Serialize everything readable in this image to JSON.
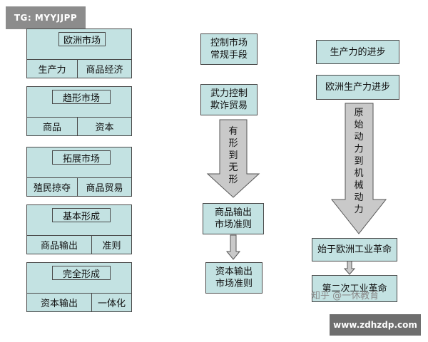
{
  "watermark_tag": "TG: MYYJJPP",
  "left_column": [
    {
      "title": "欧洲市场",
      "left": "生产力",
      "right": "商品经济"
    },
    {
      "title": "趋形市场",
      "left": "商品",
      "right": "资本"
    },
    {
      "title": "拓展市场",
      "left": "殖民掠夺",
      "right": "商品贸易"
    },
    {
      "title": "基本形成",
      "left": "商品输出",
      "right": "准则"
    },
    {
      "title": "完全形成",
      "left": "资本输出",
      "right": "一体化"
    }
  ],
  "middle_column": {
    "box1": "控制市场\n常规手段",
    "box2": "武力控制\n欺诈贸易",
    "arrow_label": "有\n形\n到\n无\n形",
    "box3": "商品输出\n市场准则",
    "box4": "资本输出\n市场准则"
  },
  "right_column": {
    "box1": "生产力的进步",
    "box2": "欧洲生产力进步",
    "arrow_label": "原\n始\n动\n力\n到\n机\n械\n动\n力",
    "box3": "始于欧洲工业革命",
    "box4": "第二次工业革命"
  },
  "footer": {
    "watermark": "知乎 @一休教育",
    "site": "www.zdhzdp.com"
  },
  "colors": {
    "box_fill": "#c3e2e2",
    "border": "#4a4a4a",
    "arrow_fill": "#c9c9c9"
  }
}
